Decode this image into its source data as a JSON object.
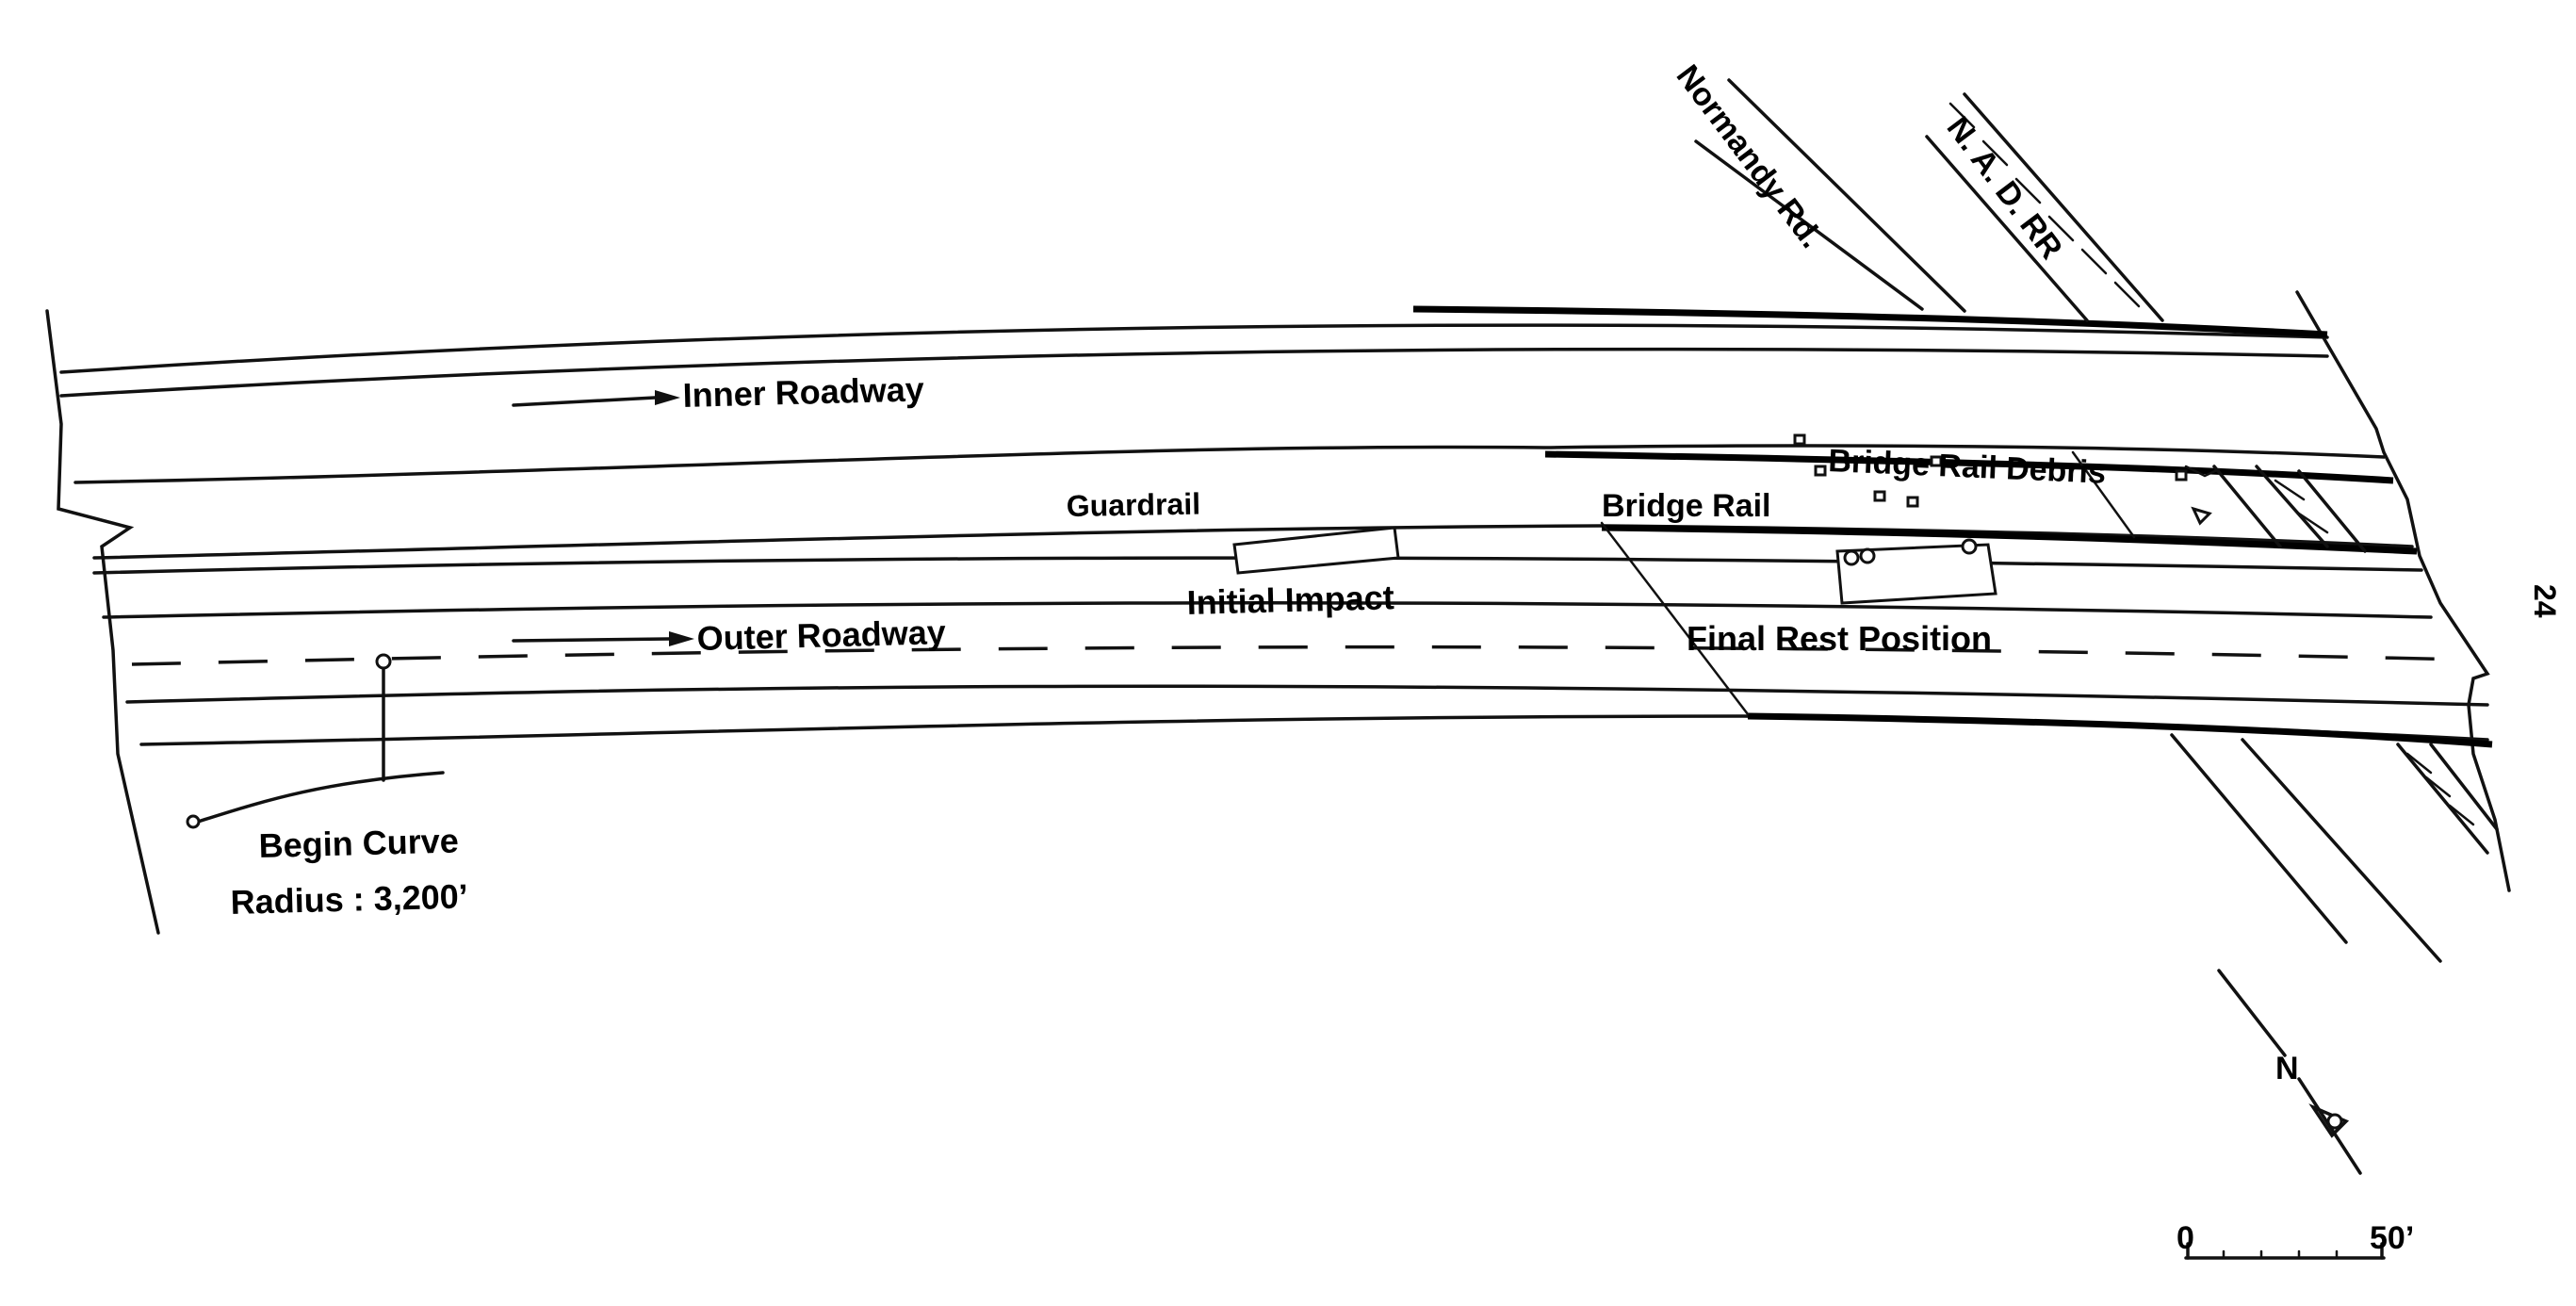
{
  "labels": {
    "inner_roadway": "Inner Roadway",
    "outer_roadway": "Outer Roadway",
    "guardrail": "Guardrail",
    "initial_impact": "Initial Impact",
    "bridge_rail": "Bridge Rail",
    "bridge_rail_debris": "Bridge Rail Debris",
    "final_rest_position": "Final Rest Position",
    "normandy_rd": "Normandy Rd.",
    "nad_rr": "N. A. D. RR",
    "begin_curve": "Begin Curve",
    "radius": "Radius : 3,200’",
    "page_number": "24"
  },
  "compass": {
    "north_label": "N"
  },
  "scale_bar": {
    "start_label": "0",
    "end_label": "50’"
  }
}
